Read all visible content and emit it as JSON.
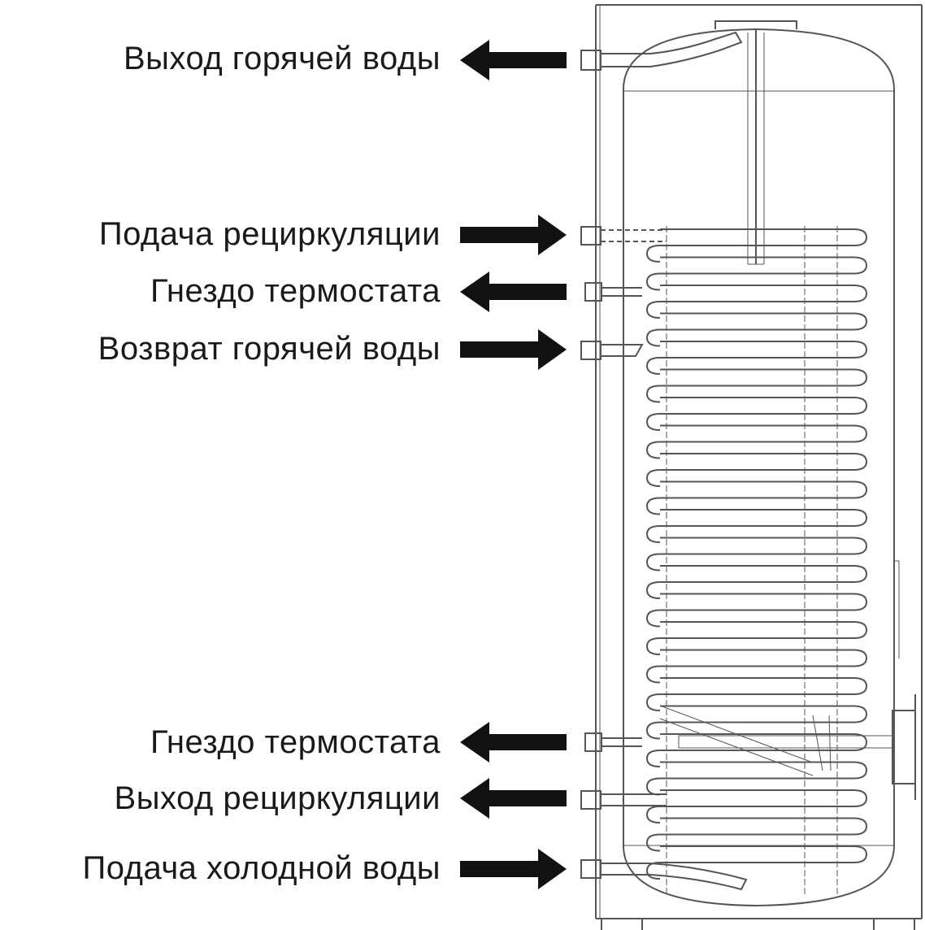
{
  "labels": {
    "hot_outlet": "Выход горячей воды",
    "recirc_supply": "Подача рециркуляции",
    "thermo_socket_upper": "Гнездо термостата",
    "hot_return": "Возврат горячей воды",
    "thermo_socket_lower": "Гнездо термостата",
    "recirc_outlet": "Выход рециркуляции",
    "cold_supply": "Подача холодной воды"
  },
  "colors": {
    "text": "#1a1a1a",
    "arrow": "#111111",
    "line": "#555555"
  },
  "arrows": [
    {
      "id": "hot_outlet",
      "direction": "left"
    },
    {
      "id": "recirc_supply",
      "direction": "right"
    },
    {
      "id": "thermo_socket_upper",
      "direction": "left"
    },
    {
      "id": "hot_return",
      "direction": "right"
    },
    {
      "id": "thermo_socket_lower",
      "direction": "left"
    },
    {
      "id": "recirc_outlet",
      "direction": "left"
    },
    {
      "id": "cold_supply",
      "direction": "right"
    }
  ]
}
